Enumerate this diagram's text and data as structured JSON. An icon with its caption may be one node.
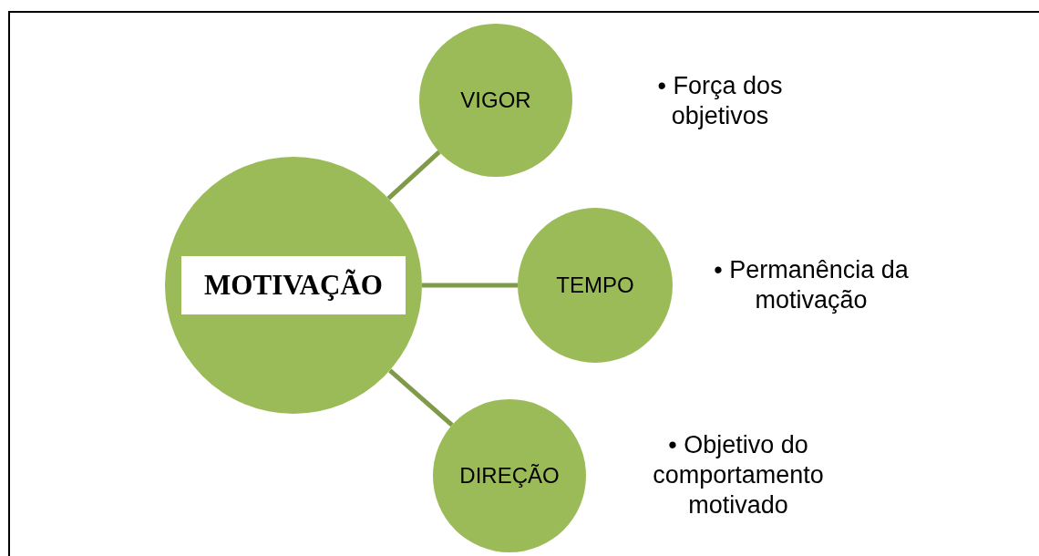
{
  "diagram": {
    "nodes": [
      {
        "text": [
          "MOTIVAÇÃO"
        ]
      },
      {
        "text": [
          "VIGOR"
        ]
      },
      {
        "text": [
          "TEMPO"
        ]
      },
      {
        "text": [
          "DIREÇÃO"
        ]
      }
    ],
    "edges": [
      {
        "from": 0,
        "to": 1,
        "arrow": "none"
      },
      {
        "from": 0,
        "to": 2,
        "arrow": "none"
      },
      {
        "from": 0,
        "to": 3,
        "arrow": "none"
      }
    ],
    "labels": [
      "• Força dos objetivos",
      "• Permanência da motivação",
      "• Objetivo do comportamento motivado"
    ]
  }
}
